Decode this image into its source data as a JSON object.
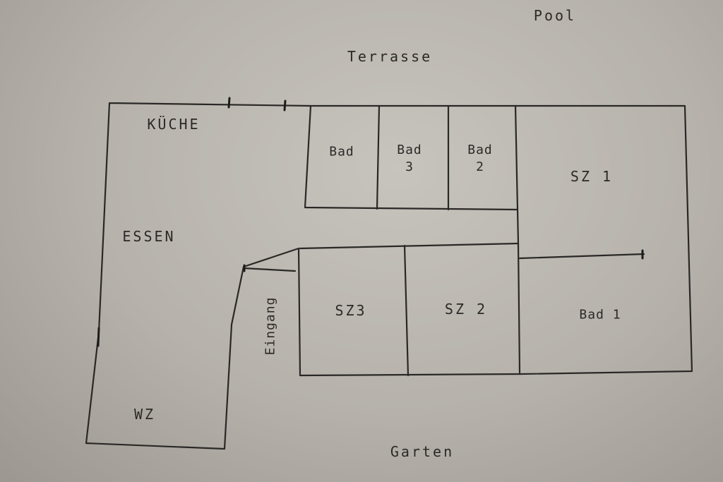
{
  "outside": {
    "pool": "Pool",
    "terrasse": "Terrasse",
    "garten": "Garten"
  },
  "rooms": {
    "kueche": "KÜCHE",
    "essen": "ESSEN",
    "wz": "WZ",
    "bad": "Bad",
    "bad3": "Bad\n3",
    "bad2": "Bad\n2",
    "sz1": "SZ 1",
    "sz2": "SZ 2",
    "sz3": "SZ3",
    "bad1": "Bad 1",
    "eingang": "Eingang"
  }
}
